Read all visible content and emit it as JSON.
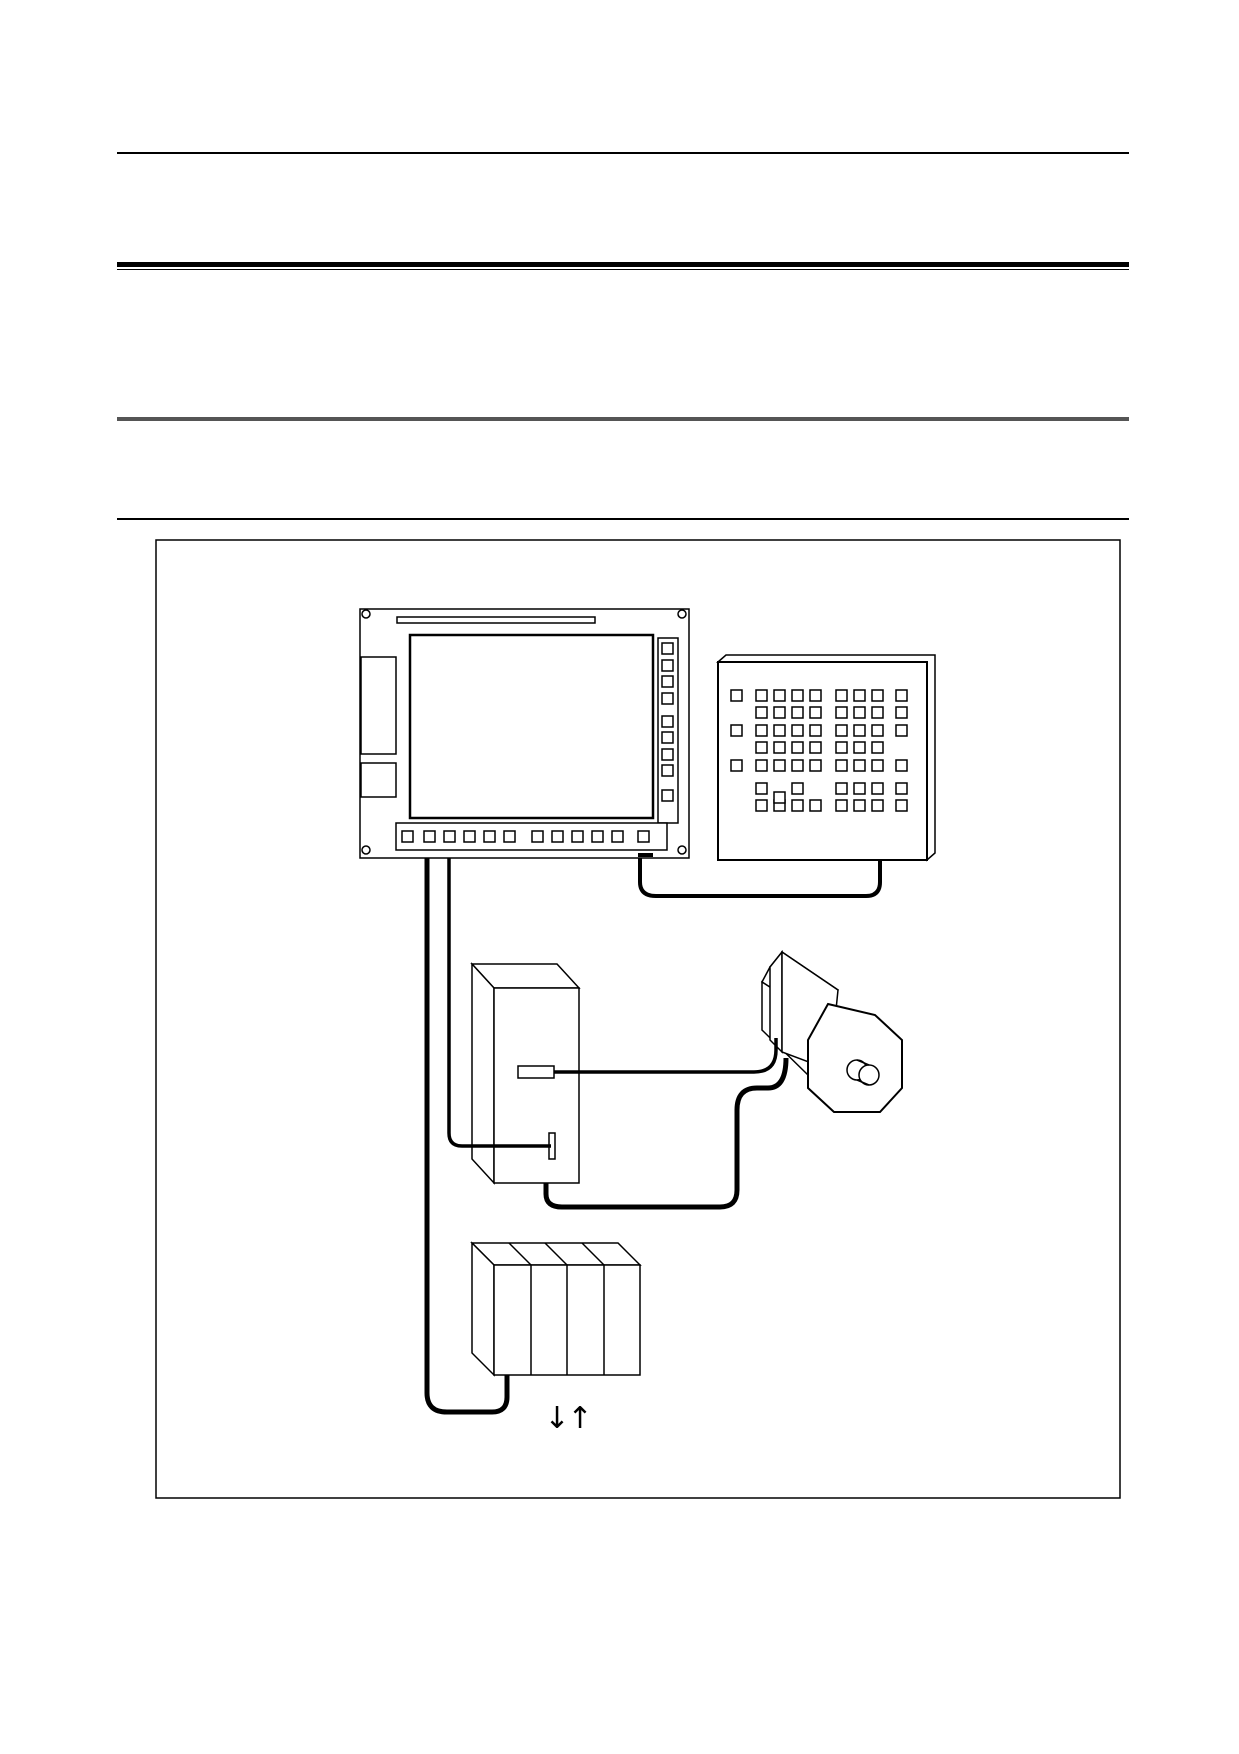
{
  "page": {
    "background": "#ffffff",
    "ink": "#000000"
  },
  "diagram": {
    "components": [
      {
        "id": "cnc-display-unit",
        "icon": "lcd-control-unit"
      },
      {
        "id": "mdi-keyboard-unit",
        "icon": "keyboard-panel"
      },
      {
        "id": "servo-amplifier",
        "icon": "amplifier-cabinet"
      },
      {
        "id": "servo-motor",
        "icon": "motor"
      },
      {
        "id": "io-unit",
        "icon": "io-module-rack"
      }
    ],
    "connections": [
      {
        "from": "cnc-display-unit",
        "to": "mdi-keyboard-unit"
      },
      {
        "from": "cnc-display-unit",
        "to": "servo-amplifier"
      },
      {
        "from": "servo-amplifier",
        "to": "servo-motor"
      },
      {
        "from": "servo-amplifier",
        "to": "servo-motor"
      },
      {
        "from": "cnc-display-unit",
        "to": "io-unit"
      }
    ],
    "io_arrows": [
      "↓",
      "↑"
    ]
  }
}
